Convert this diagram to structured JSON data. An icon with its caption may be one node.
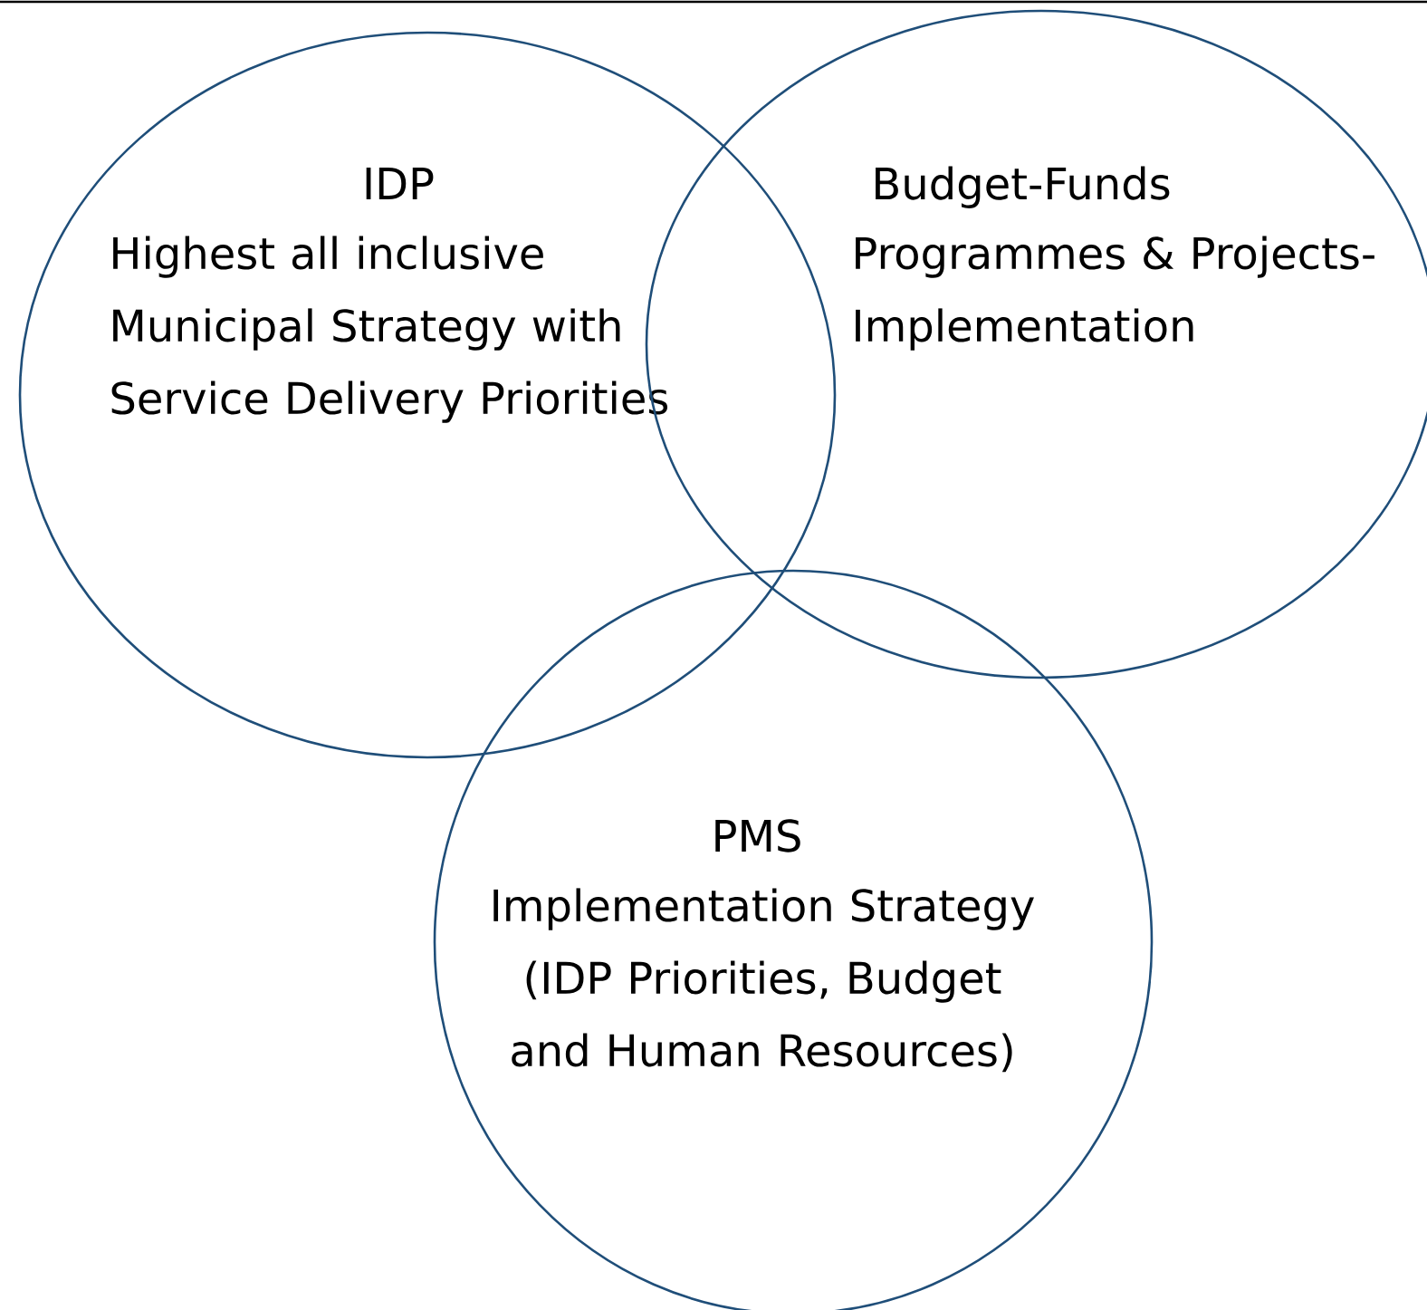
{
  "diagram": {
    "nodes": [
      {
        "text": [
          "IDP",
          "Highest all inclusive Municipal Strategy with Service Delivery Priorities"
        ]
      },
      {
        "text": [
          "Budget-Funds",
          "Programmes & Projects-Implementation"
        ]
      },
      {
        "text": [
          "PMS",
          "Implementation Strategy (IDP Priorities, Budget and Human Resources)"
        ]
      }
    ]
  }
}
